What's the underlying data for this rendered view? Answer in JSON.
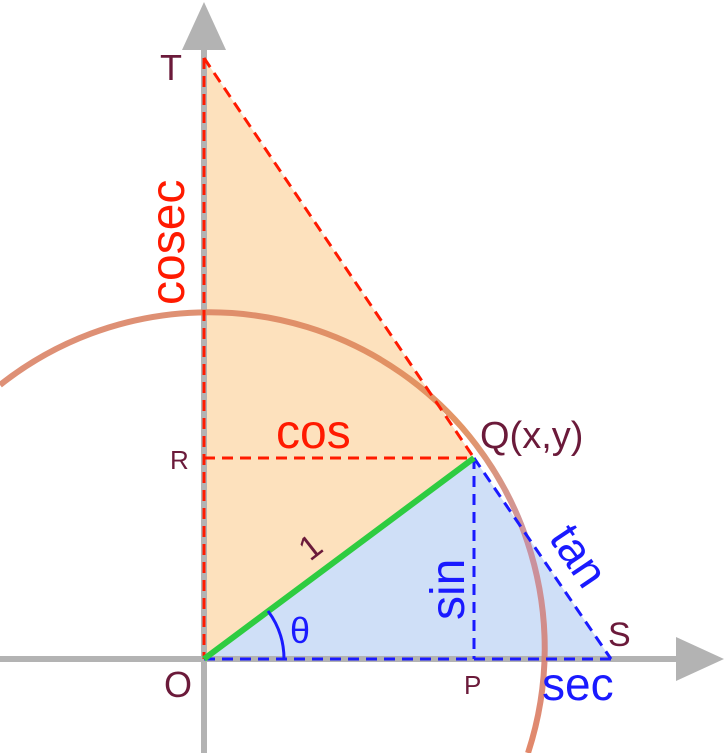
{
  "labels": {
    "T": "T",
    "R": "R",
    "O": "O",
    "P": "P",
    "S": "S",
    "Q": "Q(x,y)",
    "cosec": "cosec",
    "cos": "cos",
    "sin": "sin",
    "tan": "tan",
    "sec": "sec",
    "one": "1",
    "theta": "θ"
  },
  "colors": {
    "axis": "#b3b3b3",
    "circle": "#d9826a",
    "upper_fill": "#fde1bd",
    "lower_fill": "#cfdff7",
    "red_dash": "#ff1a00",
    "blue_dash": "#1a1aff",
    "radius": "#2ecc40",
    "point_label": "#6b1a3a",
    "red_text": "#ff1a00",
    "blue_text": "#1a1aff"
  }
}
